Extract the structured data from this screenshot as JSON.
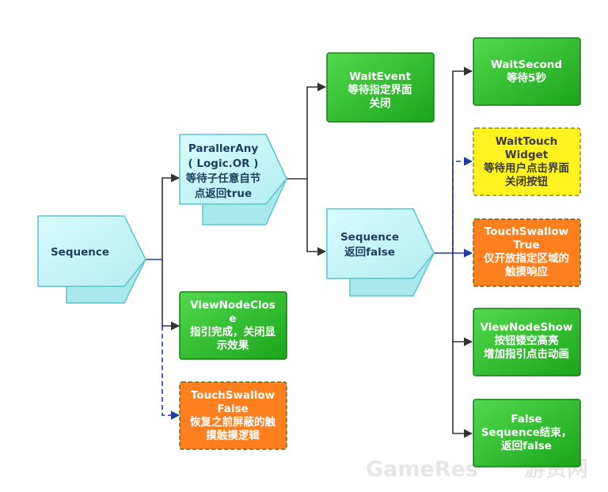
{
  "nodes": {
    "root_sequence": {
      "lines": [
        "Sequence"
      ]
    },
    "parallel_any": {
      "lines": [
        "ParallerAny",
        "( Logic.OR )",
        "等待子任意自节",
        "点返回true"
      ]
    },
    "wait_event": {
      "lines": [
        "WaitEvent",
        "等待指定界面",
        "关闭"
      ]
    },
    "sub_sequence": {
      "lines": [
        "Sequence",
        "返回false"
      ]
    },
    "wait_second": {
      "lines": [
        "WaitSecond",
        "等待5秒"
      ]
    },
    "wait_touch_widget": {
      "lines": [
        "WaitTouch",
        "Widget",
        "等待用户点击界面",
        "关闭按钮"
      ]
    },
    "touch_swallow_true": {
      "lines": [
        "TouchSwallow",
        "True",
        "仅开放指定区域的",
        "触摸响应"
      ]
    },
    "view_node_show": {
      "lines": [
        "ViewNodeShow",
        "按钮镂空高亮",
        "增加指引点击动画"
      ]
    },
    "false_sequence_end": {
      "lines": [
        "False",
        "Sequence结束，",
        "返回false"
      ]
    },
    "view_node_close": {
      "lines": [
        "ViewNodeClos",
        "e",
        "指引完成，关闭显",
        "示效果"
      ]
    },
    "touch_swallow_false": {
      "lines": [
        "TouchSwallow",
        "False",
        "恢复之前屏蔽的触",
        "摸触摸逻辑"
      ]
    }
  },
  "watermark": {
    "latin": "GameRes",
    "cjk": "游资网"
  },
  "colors": {
    "cyan_fill": "#c6f6f8",
    "cyan_stroke": "#5cc4cc",
    "green_fill": "#2ec12c",
    "green_stroke": "#177d17",
    "yellow_fill": "#fff21e",
    "yellow_stroke": "#8c8c14",
    "orange_fill": "#ff7f1e",
    "orange_stroke": "#5f6f1a",
    "line_dark": "#333333",
    "line_blue": "#1d3ca8"
  }
}
